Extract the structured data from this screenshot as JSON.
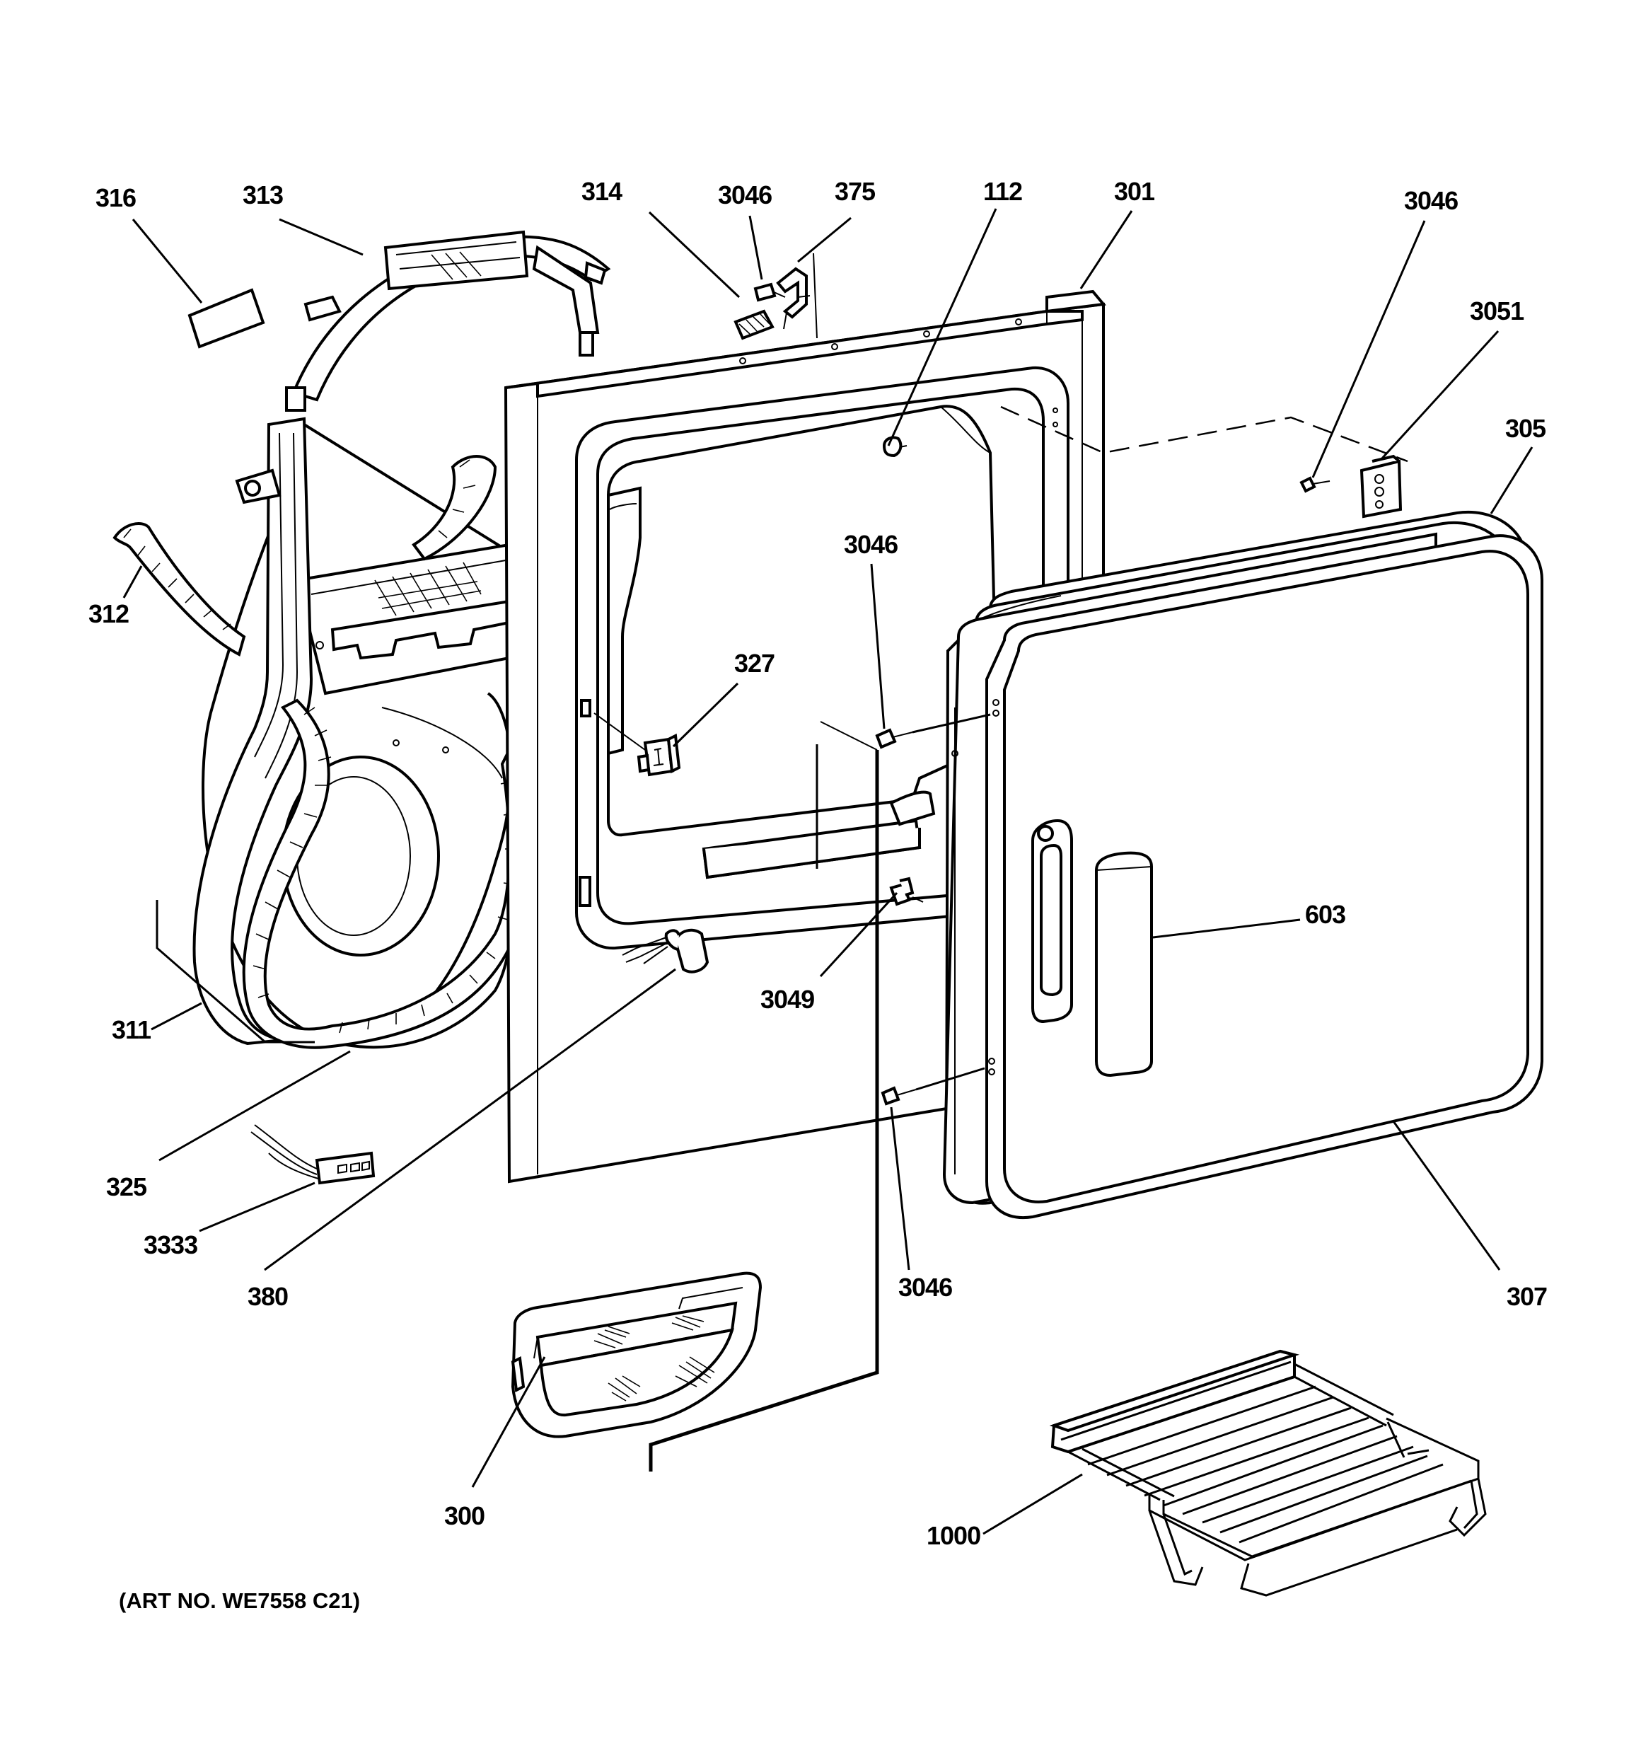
{
  "art_number": "(ART NO. WE7558 C21)",
  "callouts": [
    {
      "id": "316",
      "text": "316"
    },
    {
      "id": "313",
      "text": "313"
    },
    {
      "id": "314",
      "text": "314"
    },
    {
      "id": "3046-top",
      "text": "3046"
    },
    {
      "id": "375",
      "text": "375"
    },
    {
      "id": "112",
      "text": "112"
    },
    {
      "id": "301",
      "text": "301"
    },
    {
      "id": "3046-right",
      "text": "3046"
    },
    {
      "id": "3051",
      "text": "3051"
    },
    {
      "id": "305",
      "text": "305"
    },
    {
      "id": "312",
      "text": "312"
    },
    {
      "id": "3046-mid",
      "text": "3046"
    },
    {
      "id": "327",
      "text": "327"
    },
    {
      "id": "603",
      "text": "603"
    },
    {
      "id": "3049",
      "text": "3049"
    },
    {
      "id": "311",
      "text": "311"
    },
    {
      "id": "325",
      "text": "325"
    },
    {
      "id": "3333",
      "text": "3333"
    },
    {
      "id": "380",
      "text": "380"
    },
    {
      "id": "3046-bottom",
      "text": "3046"
    },
    {
      "id": "307",
      "text": "307"
    },
    {
      "id": "300",
      "text": "300"
    },
    {
      "id": "1000",
      "text": "1000"
    }
  ]
}
